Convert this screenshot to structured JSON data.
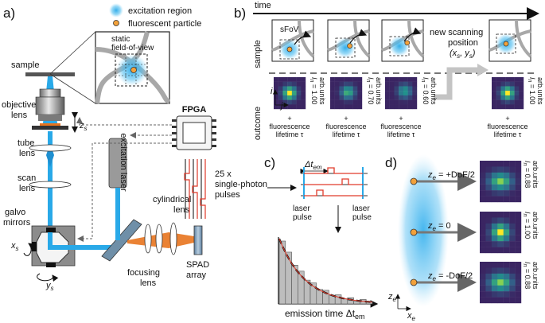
{
  "panels": {
    "a": "a)",
    "b": "b)",
    "c": "c)",
    "d": "d)"
  },
  "panel_a": {
    "legend_excitation": "excitation region",
    "legend_particle": "fluorescent particle",
    "static_fov_1": "static",
    "static_fov_2": "field-of-view",
    "sample": "sample",
    "objective_1": "objective",
    "objective_2": "lens",
    "zs": "z",
    "zs_sub": "s",
    "tube_1": "tube",
    "tube_2": "lens",
    "scan_1": "scan",
    "scan_2": "lens",
    "galvo_1": "galvo",
    "galvo_2": "mirrors",
    "xs": "x",
    "xs_sub": "s",
    "ys": "y",
    "ys_sub": "s",
    "excitation_laser": "excitation laser",
    "fpga": "FPGA",
    "pulses_1": "25 x",
    "pulses_2": "single-photon",
    "pulses_3": "pulses",
    "cyl_1": "cylindrical",
    "cyl_2": "lens",
    "focus_1": "focusing",
    "focus_2": "lens",
    "spad_1": "SPAD",
    "spad_2": "array"
  },
  "panel_b": {
    "time": "time",
    "sample": "sample",
    "outcome": "outcome",
    "sfov": "sFoV",
    "new_pos_1": "new scanning",
    "new_pos_2": "position",
    "new_pos_3": "(x",
    "new_pos_3_s1": "s",
    "new_pos_3_mid": ", y",
    "new_pos_3_s2": "s",
    "new_pos_3_end": ")",
    "axis_i": "i",
    "axis_j": "j",
    "plus": "+",
    "fl_1": "fluorescence",
    "fl_2": "lifetime τ",
    "intensities": [
      {
        "label": "I",
        "sub": "n",
        "value": "= 1.00",
        "unit": "arb.units"
      },
      {
        "label": "I",
        "sub": "n",
        "value": "= 0.70",
        "unit": "arb.units"
      },
      {
        "label": "I",
        "sub": "n",
        "value": "= 0.60",
        "unit": "arb.units"
      },
      {
        "label": "I",
        "sub": "n",
        "value": "= 1.00",
        "unit": "arb.units"
      }
    ]
  },
  "panel_c": {
    "delta_t": "Δt",
    "delta_t_sub": "em",
    "laser_left_1": "laser",
    "laser_left_2": "pulse",
    "laser_right_1": "laser",
    "laser_right_2": "pulse",
    "xlabel": "emission time Δt",
    "xlabel_sub": "em"
  },
  "panel_d": {
    "rows": [
      {
        "z": "z",
        "zsub": "e",
        "eq": "= +DoF/2",
        "I": "I",
        "Isub": "n",
        "val": "= 0.88",
        "unit": "arb.units"
      },
      {
        "z": "z",
        "zsub": "e",
        "eq": "= 0",
        "I": "I",
        "Isub": "n",
        "val": "= 1.00",
        "unit": "arb.units"
      },
      {
        "z": "z",
        "zsub": "e",
        "eq": "= -DoF/2",
        "I": "I",
        "Isub": "n",
        "val": "= 0.88",
        "unit": "arb.units"
      }
    ],
    "axis_z": "z",
    "axis_z_sub": "e",
    "axis_x": "x",
    "axis_x_sub": "e"
  },
  "colors": {
    "beam": "#29a9e8",
    "glow": "#38b6f0",
    "particle": "#f2a13a",
    "laser_orange": "#e8741e",
    "pulse_red": "#e03a2a",
    "grey_path": "#a8a8a8",
    "heat_low": "#3b1f5e",
    "heat_mid": "#21918c",
    "heat_high": "#fde725"
  }
}
